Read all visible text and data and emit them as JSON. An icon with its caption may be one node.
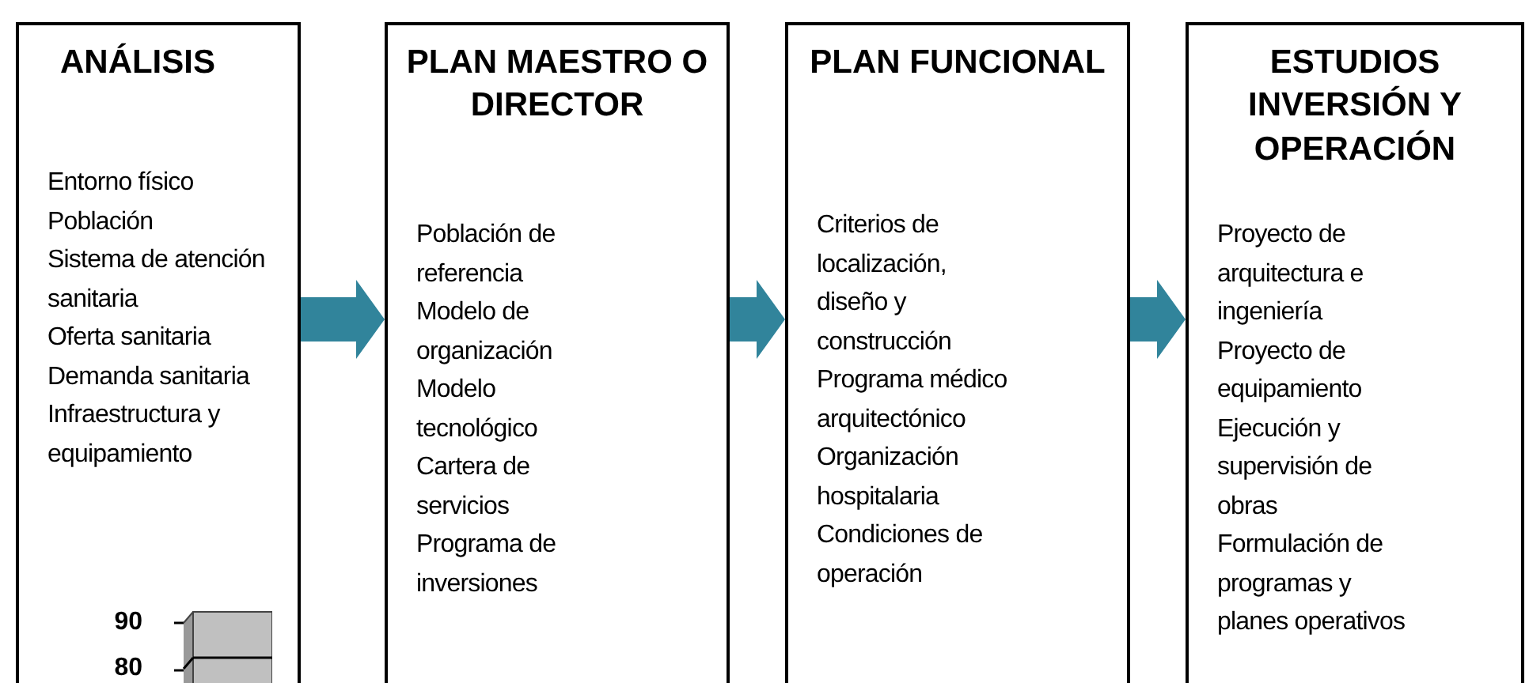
{
  "diagram": {
    "nodes": [
      {
        "text": [
          "ANÁLISIS",
          "Entorno físico",
          "Población",
          "Sistema de atención sanitaria",
          "Oferta sanitaria",
          "Demanda sanitaria",
          "Infraestructura y equipamiento"
        ]
      },
      {
        "text": [
          "PLAN MAESTRO O DIRECTOR",
          "Población de referencia",
          "Modelo de organización",
          "Modelo tecnológico",
          "Cartera de servicios",
          "Programa de inversiones"
        ]
      },
      {
        "text": [
          "PLAN FUNCIONAL",
          "Criterios de localización, diseño y construcción",
          "Programa médico arquitectónico",
          "Organización hospitalaria",
          "Condiciones de operación"
        ]
      },
      {
        "text": [
          "ESTUDIOS INVERSIÓN Y OPERACIÓN",
          "Proyecto de arquitectura e ingeniería",
          "Proyecto de equipamiento",
          "Ejecución y supervisión de obras",
          "Formulación de programas y planes operativos"
        ]
      }
    ],
    "edges": [
      {
        "from": 0,
        "to": 1,
        "arrow": "to",
        "style": "thick",
        "color": "#31849b"
      },
      {
        "from": 1,
        "to": 2,
        "arrow": "to",
        "style": "thick",
        "color": "#31849b"
      },
      {
        "from": 2,
        "to": 3,
        "arrow": "to",
        "style": "thick",
        "color": "#31849b"
      }
    ],
    "labels": [
      "90",
      "80"
    ]
  }
}
